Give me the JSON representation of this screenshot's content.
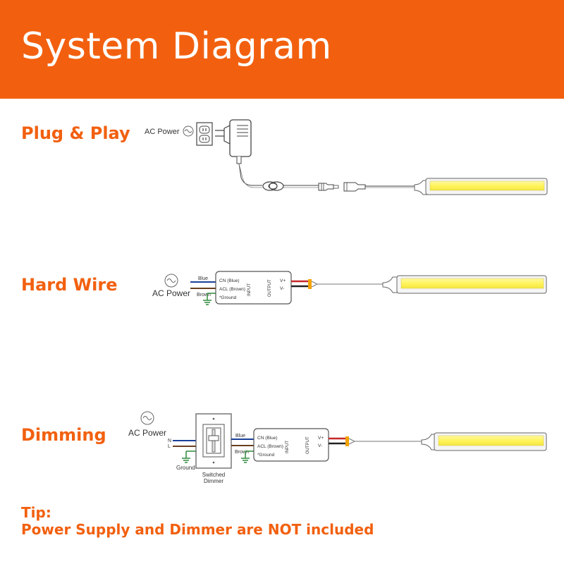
{
  "title": "System Diagram",
  "colors": {
    "accent": "#f2600f",
    "led": "#fff45c"
  },
  "sections": [
    {
      "title": "Plug & Play",
      "ac_power": "AC Power"
    },
    {
      "title": "Hard Wire",
      "ac_power": "AC Power",
      "wire_top": "Blue",
      "wire_bottom": "Brown",
      "driver": {
        "cn": "CN (Blue)",
        "acl": "ACL (Brown)",
        "ground": "*Ground",
        "input": "INPUT",
        "output": "OUTPUT",
        "vplus": "V+",
        "vminus": "V-"
      }
    },
    {
      "title": "Dimming",
      "ac_power": "AC Power",
      "n": "N",
      "l": "L",
      "ground": "Ground",
      "dimmer_line1": "Switched",
      "dimmer_line2": "Dimmer",
      "wire_top": "Blue",
      "wire_bottom": "Brown",
      "driver": {
        "cn": "CN (Blue)",
        "acl": "ACL (Brown)",
        "ground": "*Ground",
        "input": "INPUT",
        "output": "OUTPUT",
        "vplus": "V+",
        "vminus": "V-"
      }
    }
  ],
  "tip": {
    "label": "Tip:",
    "text": "Power Supply and Dimmer are NOT included"
  }
}
